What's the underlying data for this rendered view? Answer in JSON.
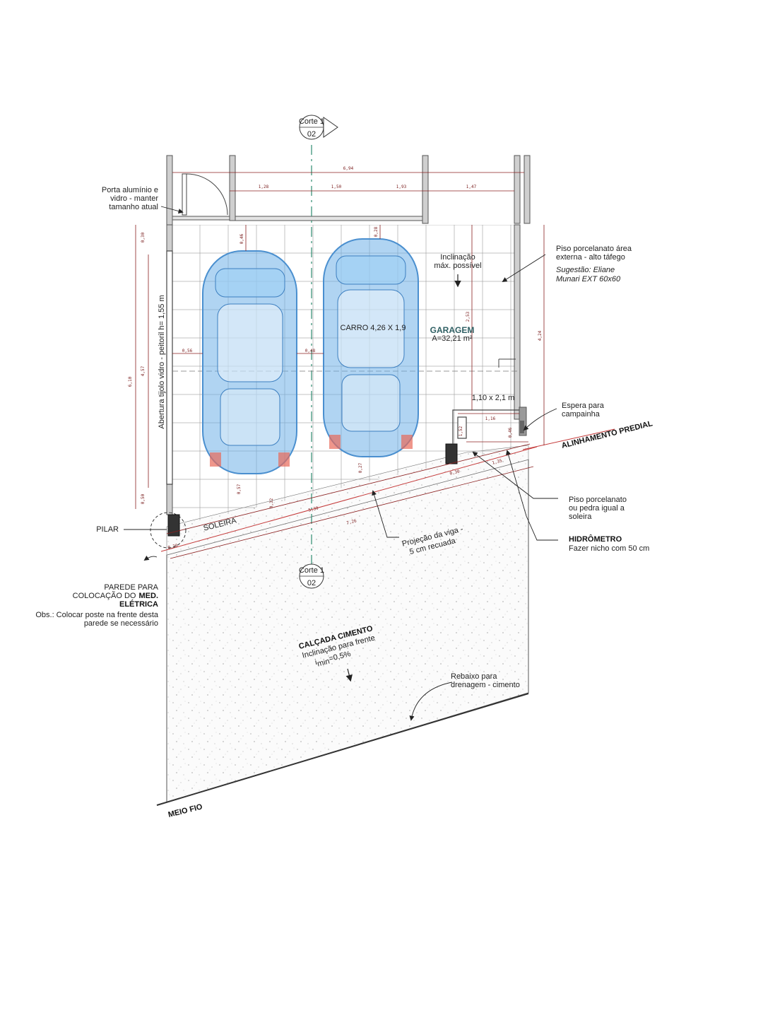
{
  "section_markers": {
    "top": {
      "label": "Corte 1",
      "sheet": "02"
    },
    "bottom": {
      "label": "Corte 1",
      "sheet": "02"
    }
  },
  "dimensions": {
    "total_width": "6,94",
    "segments": [
      "1,28",
      "1,50",
      "1,93",
      "1,47"
    ],
    "left_total": "6,10",
    "left_inner": "4,57",
    "left_top": "0,30",
    "left_bottom": "0,50",
    "right_depth": "4,24",
    "mid_depth": "2,53",
    "gap_left": "0,56",
    "gap_mid": "0,48",
    "top_a": "0,46",
    "top_b": "0,28",
    "front_a": "0,27",
    "front_b": "0,57",
    "front_c": "0,32",
    "soleira_len": "5,39",
    "street_len": "7,26",
    "niche_w": "1,35",
    "niche_h": "0,30",
    "right_a": "1,16",
    "right_b": "0,46",
    "right_c": "1,52",
    "pilar_w": "0,30"
  },
  "notes": {
    "porta_1": "Porta alumínio e",
    "porta_2": "vidro - manter",
    "porta_3": "tamanho atual",
    "abertura": "Abertura tijolo vidro - peitoril h= 1,55 m",
    "inclinacao_1": "Inclinação",
    "inclinacao_2": "máx. possível",
    "carro": "CARRO 4,26 X 1,9",
    "garagem": "GARAGEM",
    "area": "A=32,21 m²",
    "piso_1": "Piso porcelanato área",
    "piso_2": "externa - alto táfego",
    "sugestao_1": "Sugestão: Eliane",
    "sugestao_2": "Munari EXT 60x60",
    "porta_small": "1,10 x 2,1 m",
    "espera_1": "Espera para",
    "espera_2": "campainha",
    "alinhamento": "ALINHAMENTO PREDIAL",
    "piso2_1": "Piso porcelanato",
    "piso2_2": "ou pedra igual a",
    "piso2_3": "soleira",
    "hidrometro": "HIDRÔMETRO",
    "nicho": "Fazer nicho com 50 cm",
    "projecao_1": "Projeção da viga -",
    "projecao_2": "5 cm recuada",
    "soleira": "SOLEIRA",
    "pilar": "PILAR",
    "parede_1": "PAREDE PARA",
    "parede_2": "COLOCAÇÃO DO",
    "parede_2b": "MED.",
    "parede_3": "ELÉTRICA",
    "obs_1": "Obs.: Colocar poste na frente desta",
    "obs_2": "parede se necessário",
    "calcada": "CALÇADA CIMENTO",
    "calcada_incl": "Inclinação para frente",
    "calcada_i": "i",
    "calcada_i_sub": "min",
    "calcada_i_val": "=0,5%",
    "rebaixo_1": "Rebaixo para",
    "rebaixo_2": "drenagem - cimento",
    "meio_fio": "MEIO FIO"
  },
  "colors": {
    "wall": "#8a8a8a",
    "dimension": "#8b2020",
    "car": "#6fb0e8",
    "garagem_text": "#2f5f63",
    "axis": "#2e8b70",
    "concrete": "#f6f6f6"
  },
  "icons": [
    "car-top-view-icon",
    "arrow-down-icon",
    "section-marker-icon"
  ]
}
